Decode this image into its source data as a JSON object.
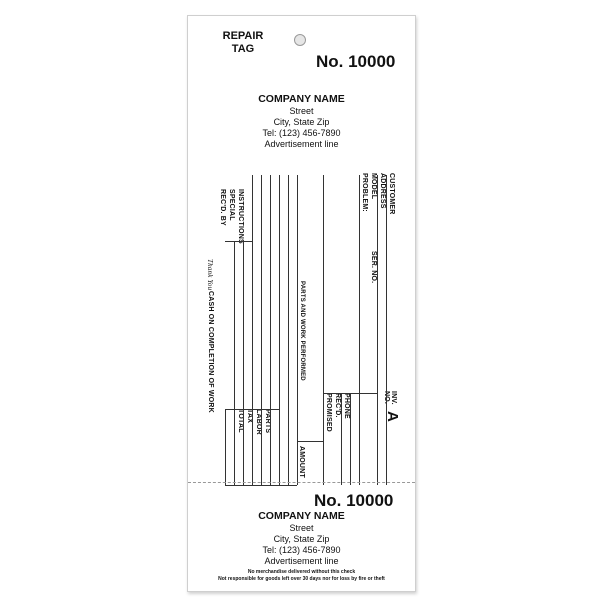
{
  "tag": {
    "title_line1": "REPAIR",
    "title_line2": "TAG",
    "number": "No. 10000"
  },
  "company": {
    "name": "COMPANY NAME",
    "street": "Street",
    "city": "City, State Zip",
    "tel": "Tel: (123) 456-7890",
    "advert": "Advertisement line"
  },
  "form": {
    "customer": "CUSTOMER",
    "address": "ADDRESS",
    "model": "MODEL",
    "problem": "PROBLEM:",
    "ser_no": "SER. NO.",
    "inv_no": "INV.\nNO.",
    "inv_letter": "A",
    "phone": "PHONE",
    "recd": "REC'D.",
    "promised": "PROMISED",
    "parts_work": "PARTS AND WORK PERFORMED",
    "amount": "AMOUNT",
    "recd_by": "REC'D. BY",
    "special_instructions_1": "SPECIAL",
    "special_instructions_2": "INSTRUCTIONS",
    "thank_you": "Thank You",
    "cash_on_completion": "CASH ON COMPLETION OF WORK",
    "parts": "PARTS",
    "labor": "LABOR",
    "tax": "TAX",
    "total": "TOTAL"
  },
  "stub": {
    "number": "No. 10000",
    "disclaimer_1": "No merchandise delivered without this check",
    "disclaimer_2": "Not responsible for goods left over 30 days nor for loss by fire or theft"
  }
}
